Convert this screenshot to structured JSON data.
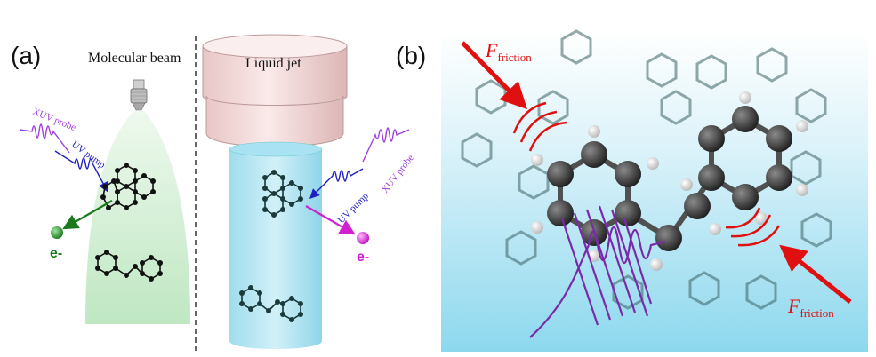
{
  "panel_a": {
    "label": "(a)",
    "molecular_beam_label": "Molecular beam",
    "liquid_jet_label": "Liquid jet",
    "left_probe_label": "XUV probe",
    "left_pump_label": "UV pump",
    "right_pump_label": "UV pump",
    "right_probe_label": "XUV probe",
    "left_electron_label": "e-",
    "right_electron_label": "e-"
  },
  "panel_b": {
    "label": "(b)",
    "friction_top_main": "F",
    "friction_top_sub": "friction",
    "friction_bottom_main": "F",
    "friction_bottom_sub": "friction"
  },
  "colors": {
    "xuv_probe": "#a040e0",
    "uv_pump": "#2020c0",
    "electron_left": "#1a7a1a",
    "electron_right": "#d020d0",
    "friction": "#e01010",
    "beam_cone": "#c8ecc8",
    "liquid_jet": "#80d4ec",
    "nozzle": "#f4d6d6",
    "solvent_background": "#8fd9ef",
    "wavepacket": "#7a2aa8"
  },
  "icons": [
    "nozzle-icon",
    "electron-icon",
    "molecule-icon",
    "wave-packet-icon",
    "friction-arrow-icon"
  ]
}
